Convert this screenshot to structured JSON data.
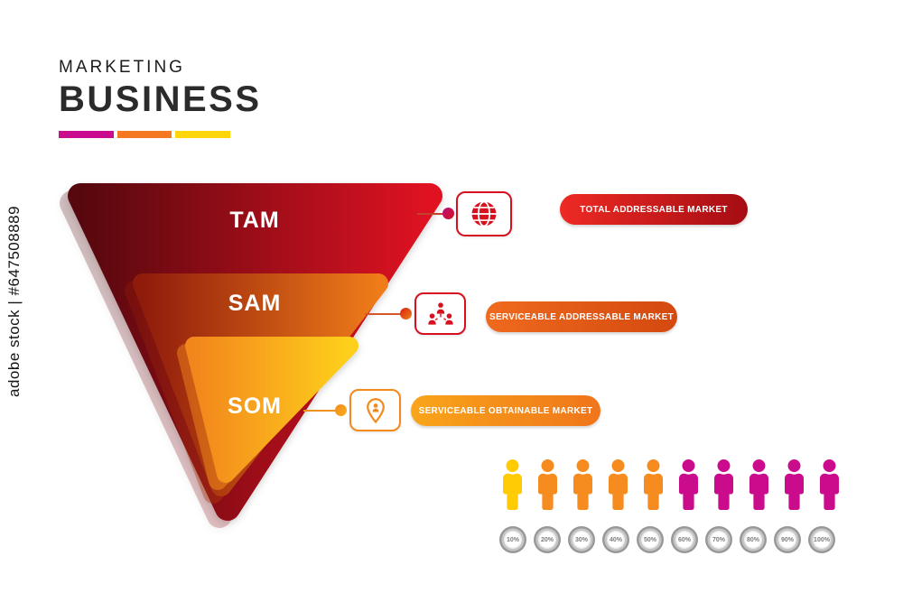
{
  "watermark": {
    "side_text": "adobe stock | #647508889"
  },
  "header": {
    "kicker": "MARKETING",
    "title": "BUSINESS",
    "bar_segments": [
      "#cb0c8e",
      "#f4791f",
      "#ffd60a"
    ]
  },
  "funnel": {
    "levels": [
      {
        "id": "tam",
        "label": "TAM",
        "pill_text": "TOTAL ADDRESSABLE MARKET",
        "icon": "globe-icon",
        "triangle_from": "#56080e",
        "triangle_to": "#e01222",
        "pill_from": "#ee2a24",
        "pill_to": "#a50d13",
        "dot_from": "#bb0d7b",
        "dot_to": "#d6101f",
        "line_color": "#c2412f",
        "accent": "#d6101f"
      },
      {
        "id": "sam",
        "label": "SAM",
        "pill_text": "SERVICEABLE ADDRESSABLE MARKET",
        "icon": "people-network-icon",
        "triangle_from": "#8f1c0b",
        "triangle_to": "#ef7c19",
        "pill_from": "#ef6a1e",
        "pill_to": "#d4490f",
        "dot_from": "#d62013",
        "dot_to": "#f08119",
        "line_color": "#d4572a",
        "accent": "#d6101f"
      },
      {
        "id": "som",
        "label": "SOM",
        "pill_text": "SERVICEABLE OBTAINABLE MARKET",
        "icon": "location-pin-icon",
        "triangle_from": "#f2861c",
        "triangle_to": "#ffd01b",
        "pill_from": "#f9a51a",
        "pill_to": "#ef751b",
        "dot_from": "#f28a1e",
        "dot_to": "#f9b01a",
        "line_color": "#f0921e",
        "accent": "#f28a1e"
      }
    ]
  },
  "audience": {
    "people": [
      {
        "color": "#ffcb05"
      },
      {
        "color": "#f68b1f"
      },
      {
        "color": "#f68b1f"
      },
      {
        "color": "#f68b1f"
      },
      {
        "color": "#f68b1f"
      },
      {
        "color": "#ca0c8c"
      },
      {
        "color": "#ca0c8c"
      },
      {
        "color": "#ca0c8c"
      },
      {
        "color": "#ca0c8c"
      },
      {
        "color": "#ca0c8c"
      }
    ],
    "progress_labels": [
      "10%",
      "20%",
      "30%",
      "40%",
      "50%",
      "60%",
      "70%",
      "80%",
      "90%",
      "100%"
    ]
  }
}
